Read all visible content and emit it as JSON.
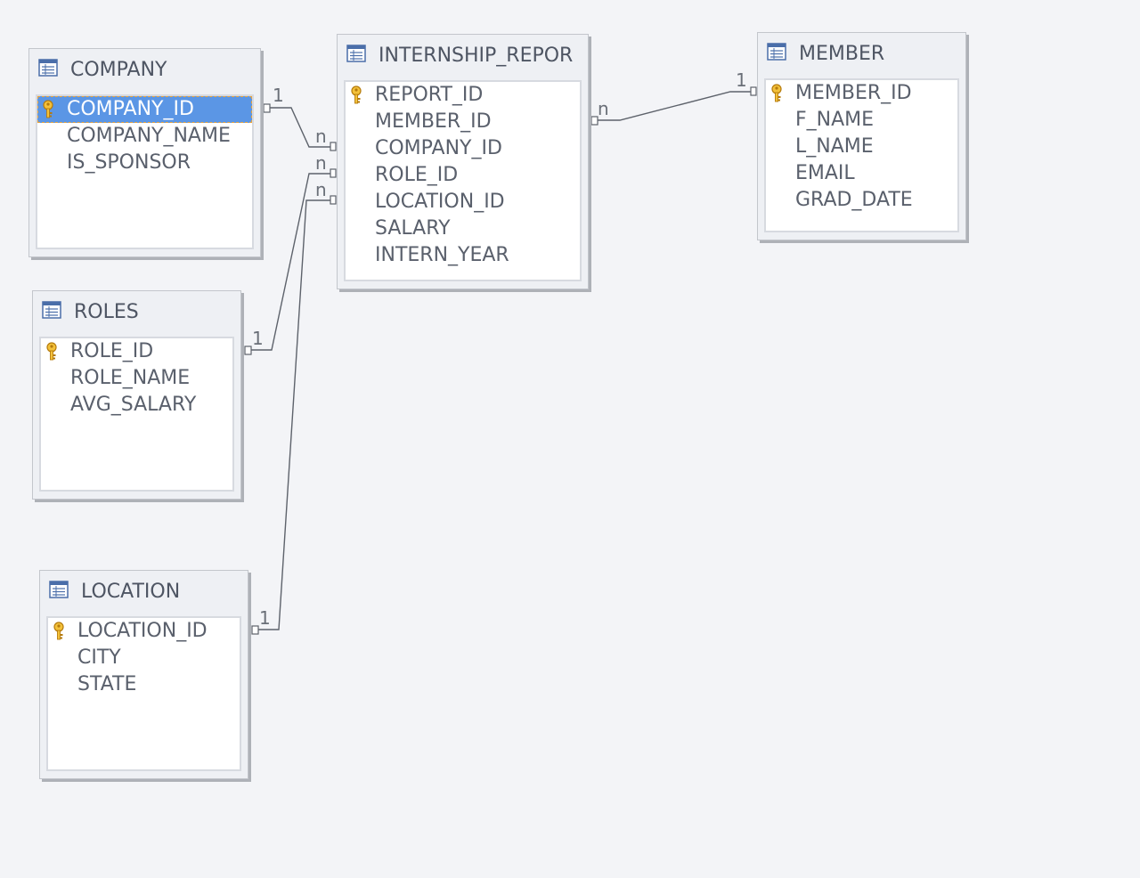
{
  "tables": {
    "company": {
      "title": "COMPANY",
      "fields": [
        {
          "name": "COMPANY_ID",
          "primary_key": true,
          "selected": true
        },
        {
          "name": "COMPANY_NAME"
        },
        {
          "name": "IS_SPONSOR"
        }
      ]
    },
    "internship_report": {
      "title": "INTERNSHIP_REPOR",
      "fields": [
        {
          "name": "REPORT_ID",
          "primary_key": true
        },
        {
          "name": "MEMBER_ID"
        },
        {
          "name": "COMPANY_ID"
        },
        {
          "name": "ROLE_ID"
        },
        {
          "name": "LOCATION_ID"
        },
        {
          "name": "SALARY"
        },
        {
          "name": "INTERN_YEAR"
        }
      ]
    },
    "member": {
      "title": "MEMBER",
      "fields": [
        {
          "name": "MEMBER_ID",
          "primary_key": true
        },
        {
          "name": "F_NAME"
        },
        {
          "name": "L_NAME"
        },
        {
          "name": "EMAIL"
        },
        {
          "name": "GRAD_DATE"
        }
      ]
    },
    "roles": {
      "title": "ROLES",
      "fields": [
        {
          "name": "ROLE_ID",
          "primary_key": true
        },
        {
          "name": "ROLE_NAME"
        },
        {
          "name": "AVG_SALARY"
        }
      ]
    },
    "location": {
      "title": "LOCATION",
      "fields": [
        {
          "name": "LOCATION_ID",
          "primary_key": true
        },
        {
          "name": "CITY"
        },
        {
          "name": "STATE"
        }
      ]
    }
  },
  "relations": {
    "company_report": {
      "one": "1",
      "many": "n"
    },
    "roles_report": {
      "one": "1",
      "many": "n"
    },
    "location_report": {
      "one": "1",
      "many": "n"
    },
    "member_report": {
      "one": "1",
      "many": "n"
    }
  },
  "colors": {
    "background": "#f3f4f7",
    "selection": "#5b96e5",
    "key": "#e6a817",
    "line": "#5d626b"
  }
}
